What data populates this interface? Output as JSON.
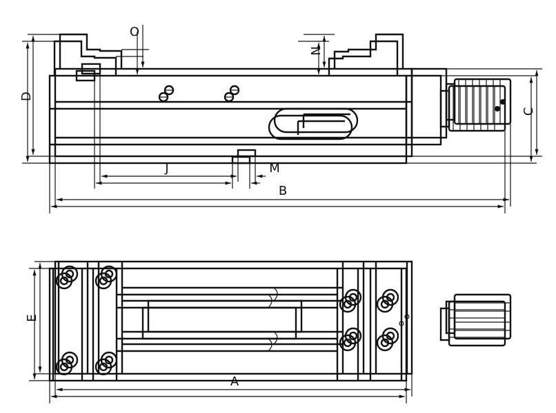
{
  "drawing": {
    "top_view_labels": {
      "D": "D",
      "O": "O",
      "N": "N",
      "C": "C",
      "J": "J",
      "M": "M",
      "B": "B"
    },
    "plan_view_labels": {
      "E": "E",
      "A": "A"
    },
    "colors": {
      "line": "#111111",
      "ghost": "#bfe3ec",
      "background": "#ffffff"
    }
  }
}
